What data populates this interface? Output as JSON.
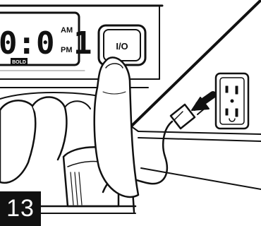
{
  "figure": {
    "step_number": "13",
    "display": {
      "time": "0:0 1",
      "am_label": "AM",
      "pm_label": "PM",
      "bold_label": "BOLD"
    },
    "power_button_label": "I/O",
    "colors": {
      "ink": "#111111",
      "panel": "#ffffff",
      "badge": "#111111"
    },
    "icons": [
      "power-button-icon",
      "finger-press-icon",
      "power-plug-icon",
      "wall-outlet-icon",
      "unplug-arrow-icon"
    ]
  }
}
